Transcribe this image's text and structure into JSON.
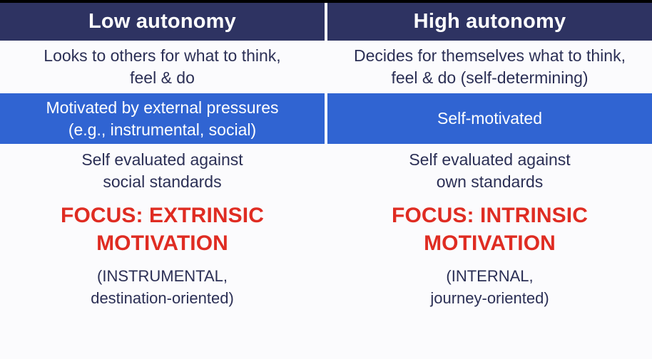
{
  "slide": {
    "type": "two-column-comparison-table",
    "columns": [
      "Low autonomy",
      "High autonomy"
    ],
    "colors": {
      "header_background": "#2e3362",
      "header_text": "#ffffff",
      "highlight_row_background": "#3064d2",
      "highlight_row_text": "#ffffff",
      "body_text": "#2b2f55",
      "accent_red": "#df2c22",
      "page_background": "#fbfbfd",
      "top_band": "#000000"
    }
  },
  "header": {
    "left": "Low autonomy",
    "right": "High autonomy"
  },
  "rows": [
    {
      "id": "description",
      "style": "plain",
      "left": "Looks to others for what to think,\nfeel & do",
      "right": "Decides for themselves what to think,\nfeel & do (self-determining)"
    },
    {
      "id": "motivation-source",
      "style": "highlight",
      "left": "Motivated by external pressures\n(e.g., instrumental, social)",
      "right": "Self-motivated"
    },
    {
      "id": "self-evaluation",
      "style": "plain",
      "left": "Self evaluated against\nsocial standards",
      "right": "Self evaluated against\nown standards"
    },
    {
      "id": "focus",
      "style": "focus",
      "left": "FOCUS: EXTRINSIC\nMOTIVATION",
      "right": "FOCUS: INTRINSIC\nMOTIVATION"
    },
    {
      "id": "focus-detail",
      "style": "parenthetical",
      "left": "(INSTRUMENTAL,\ndestination-oriented)",
      "right": "(INTERNAL,\njourney-oriented)"
    }
  ]
}
